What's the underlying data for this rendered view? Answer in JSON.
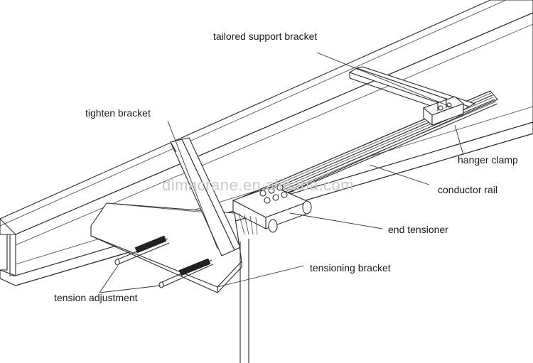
{
  "watermark": "dimacrane.en.alibaba.com",
  "labels": {
    "tailored_support_bracket": "tailored support bracket",
    "tighten_bracket": "tighten bracket",
    "hanger_clamp": "hanger clamp",
    "conductor_rail": "conductor rail",
    "end_tensioner": "end tensioner",
    "tensioning_bracket": "tensioning bracket",
    "tension_adjustment": "tension adjustment"
  },
  "icons": [
    "i-beam",
    "conductor-rail",
    "end-tensioner",
    "spring-rod"
  ],
  "colors": {
    "line": "#2a2a2a",
    "label": "#1a1a1a",
    "watermark": "#c9c9c9"
  }
}
